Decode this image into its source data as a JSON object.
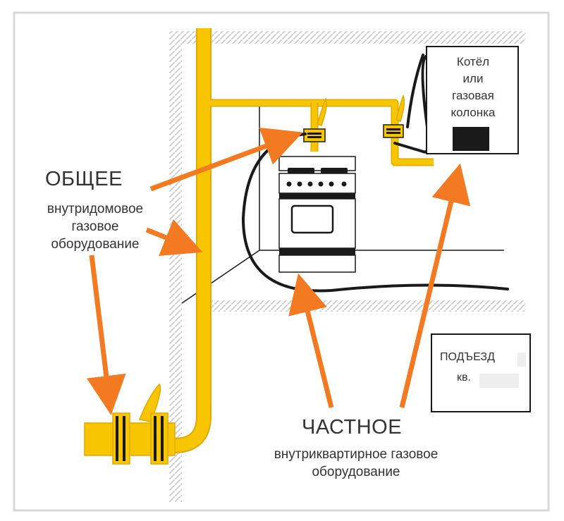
{
  "common": {
    "heading": "ОБЩЕЕ",
    "line1": "внутридомовое",
    "line2": "газовое",
    "line3": "оборудование"
  },
  "private": {
    "heading": "ЧАСТНОЕ",
    "line1": "внутриквартирное газовое",
    "line2": "оборудование"
  },
  "boiler": {
    "line1": "Котёл",
    "line2": "или",
    "line3": "газовая",
    "line4": "колонка"
  },
  "entrance": {
    "line1": "ПОДЪЕЗД",
    "line2": "кв."
  },
  "colors": {
    "pipe": "#f7c600",
    "pipe_edge": "#e0a800",
    "arrow": "#f37a21",
    "wall_hatch": "#cfcfcf",
    "outline": "#1a1a1a"
  },
  "icons": [
    "valve-icon",
    "gas-stove-icon",
    "boiler-icon",
    "main-shutoff-valve-icon",
    "gas-hose-icon"
  ]
}
